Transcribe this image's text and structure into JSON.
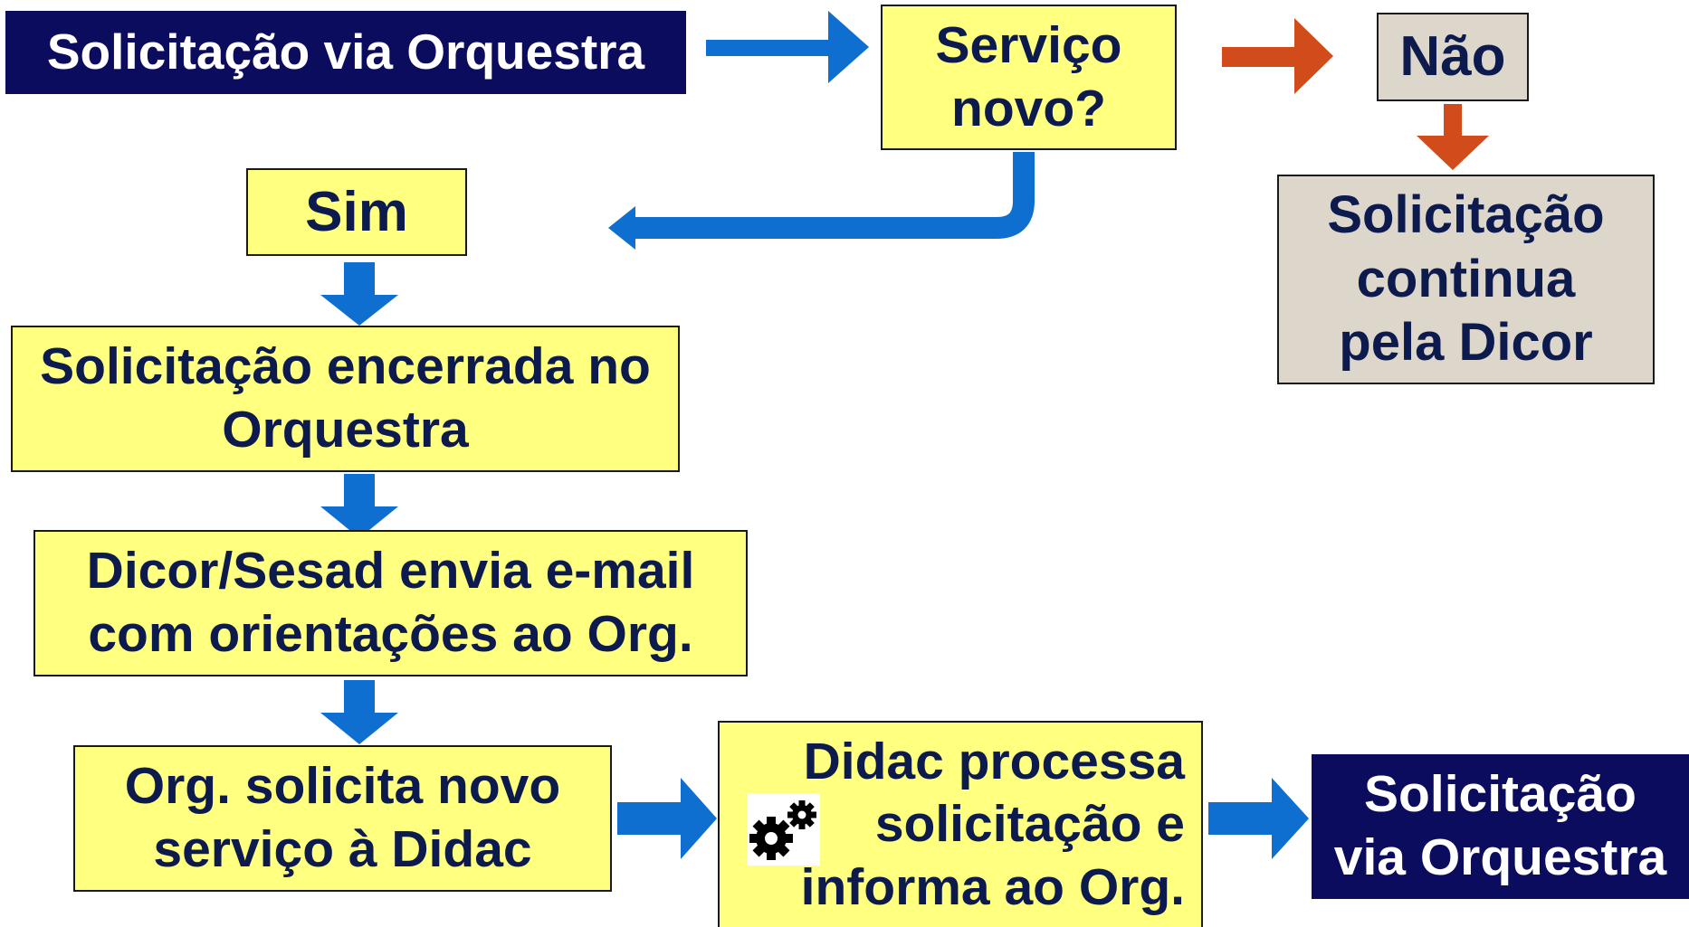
{
  "colors": {
    "navy": "#0c0c5e",
    "yellow": "#ffff80",
    "gray": "#ddd6cb",
    "blue_arrow": "#0f6fd1",
    "orange_arrow": "#d24b1b",
    "text_dark": "#0c1a4e"
  },
  "boxes": {
    "start": "Solicitação via Orquestra",
    "question": {
      "line1": "Serviço",
      "line2": "novo?"
    },
    "no": "Não",
    "no_result": {
      "line1": "Solicitação",
      "line2": "continua",
      "line3": "pela Dicor"
    },
    "yes": "Sim",
    "closed": {
      "line1": "Solicitação encerrada no",
      "line2": "Orquestra"
    },
    "email": {
      "line1": "Dicor/Sesad envia e-mail",
      "line2": "com orientações ao Org."
    },
    "org_request": {
      "line1": "Org. solicita novo",
      "line2": "serviço à Didac"
    },
    "didac": {
      "line1": "Didac processa",
      "line2": "solicitação e",
      "line3": "informa ao Org."
    },
    "end": {
      "line1": "Solicitação",
      "line2": "via Orquestra"
    }
  },
  "icons": {
    "process": "gears-icon"
  }
}
